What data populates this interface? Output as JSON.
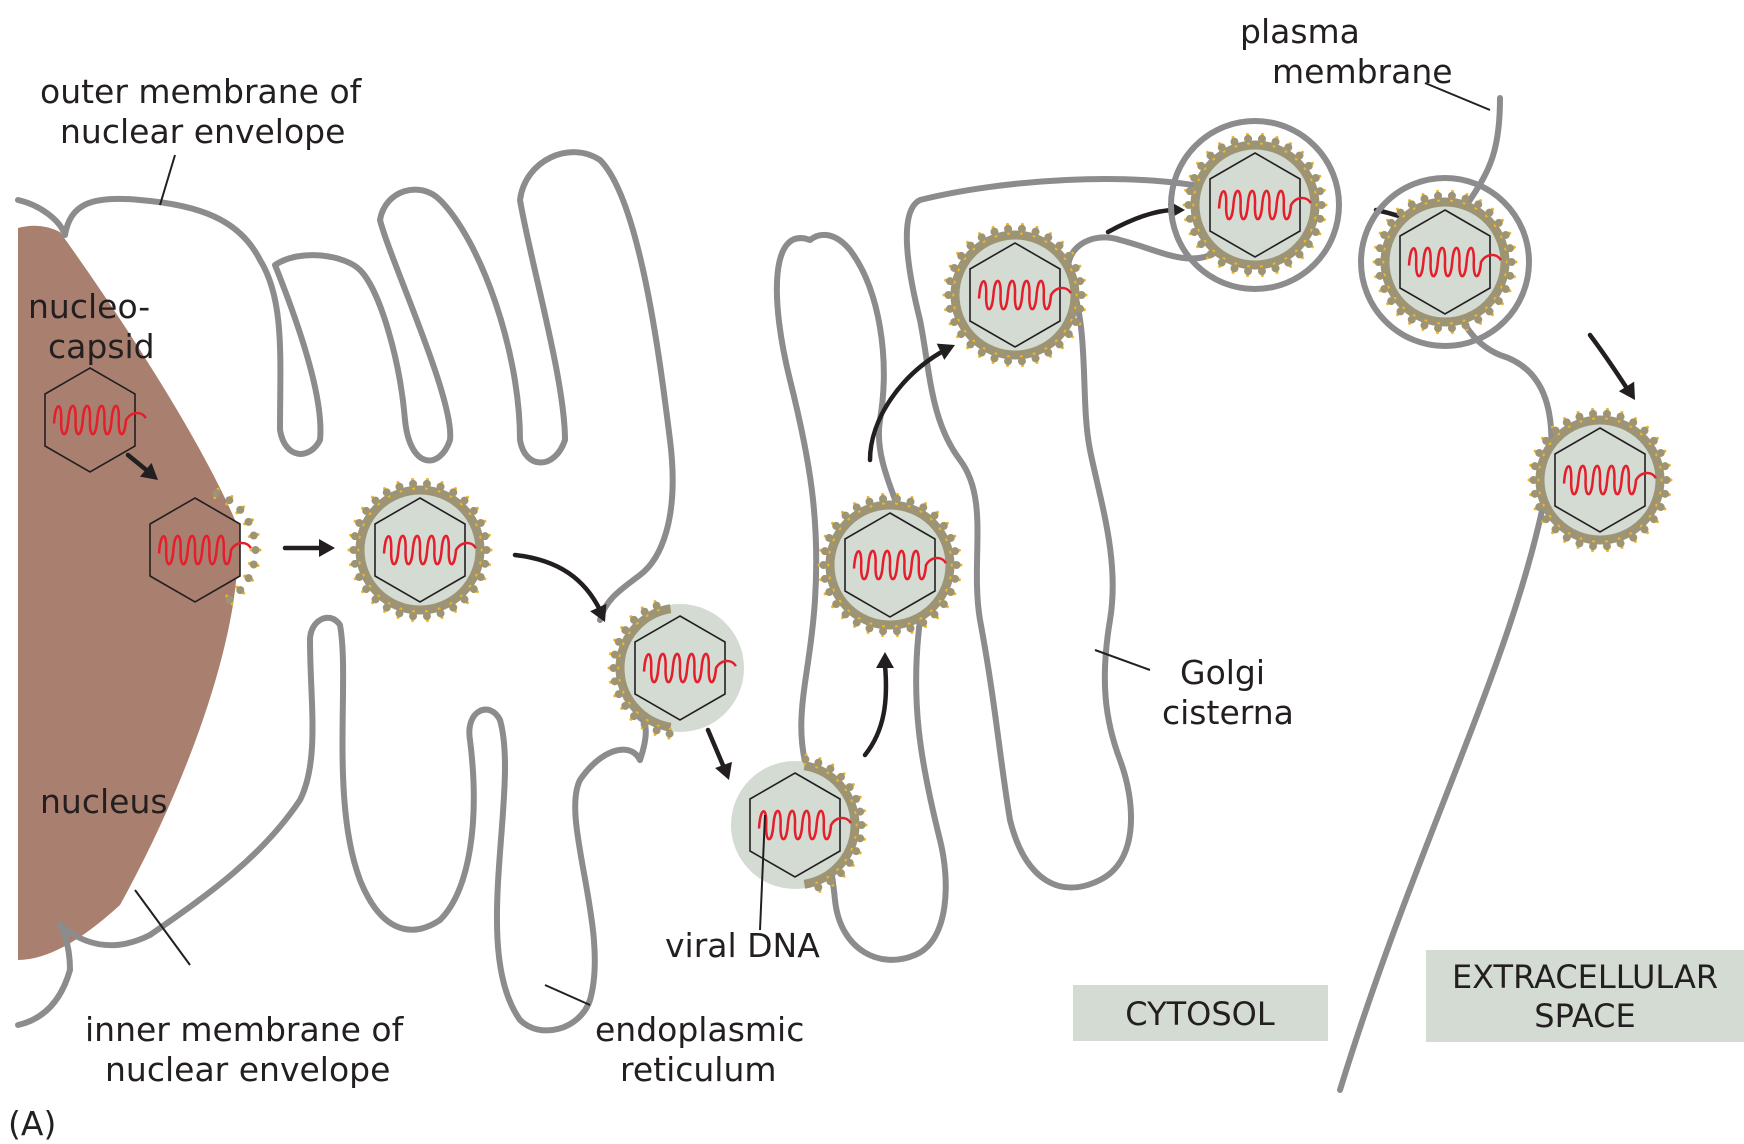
{
  "labels": {
    "outer_membrane": [
      "outer membrane of",
      "nuclear envelope"
    ],
    "nucleocapsid": [
      "nucleo-",
      "capsid"
    ],
    "nucleus": "nucleus",
    "inner_membrane": [
      "inner membrane of",
      "nuclear envelope"
    ],
    "endoplasmic_reticulum": [
      "endoplasmic",
      "reticulum"
    ],
    "viral_dna": "viral DNA",
    "golgi": [
      "Golgi",
      "cisterna"
    ],
    "plasma_membrane": [
      "plasma",
      "membrane"
    ],
    "cytosol": "CYTOSOL",
    "extracellular": [
      "EXTRACELLULAR",
      "SPACE"
    ],
    "panel": "(A)"
  },
  "colors": {
    "nucleus": "#a9806f",
    "membrane": "#8c8c8e",
    "envelope_fill": "#d4dbd3",
    "envelope_ring": "#9c9474",
    "spike": "#f2b620",
    "dna": "#e41e2b",
    "label_box": "#d4dbd3"
  },
  "icons": {
    "virus": "enveloped-virus-icon",
    "nucleocapsid": "hexagonal-capsid-icon",
    "arrow": "curved-arrow-icon"
  }
}
